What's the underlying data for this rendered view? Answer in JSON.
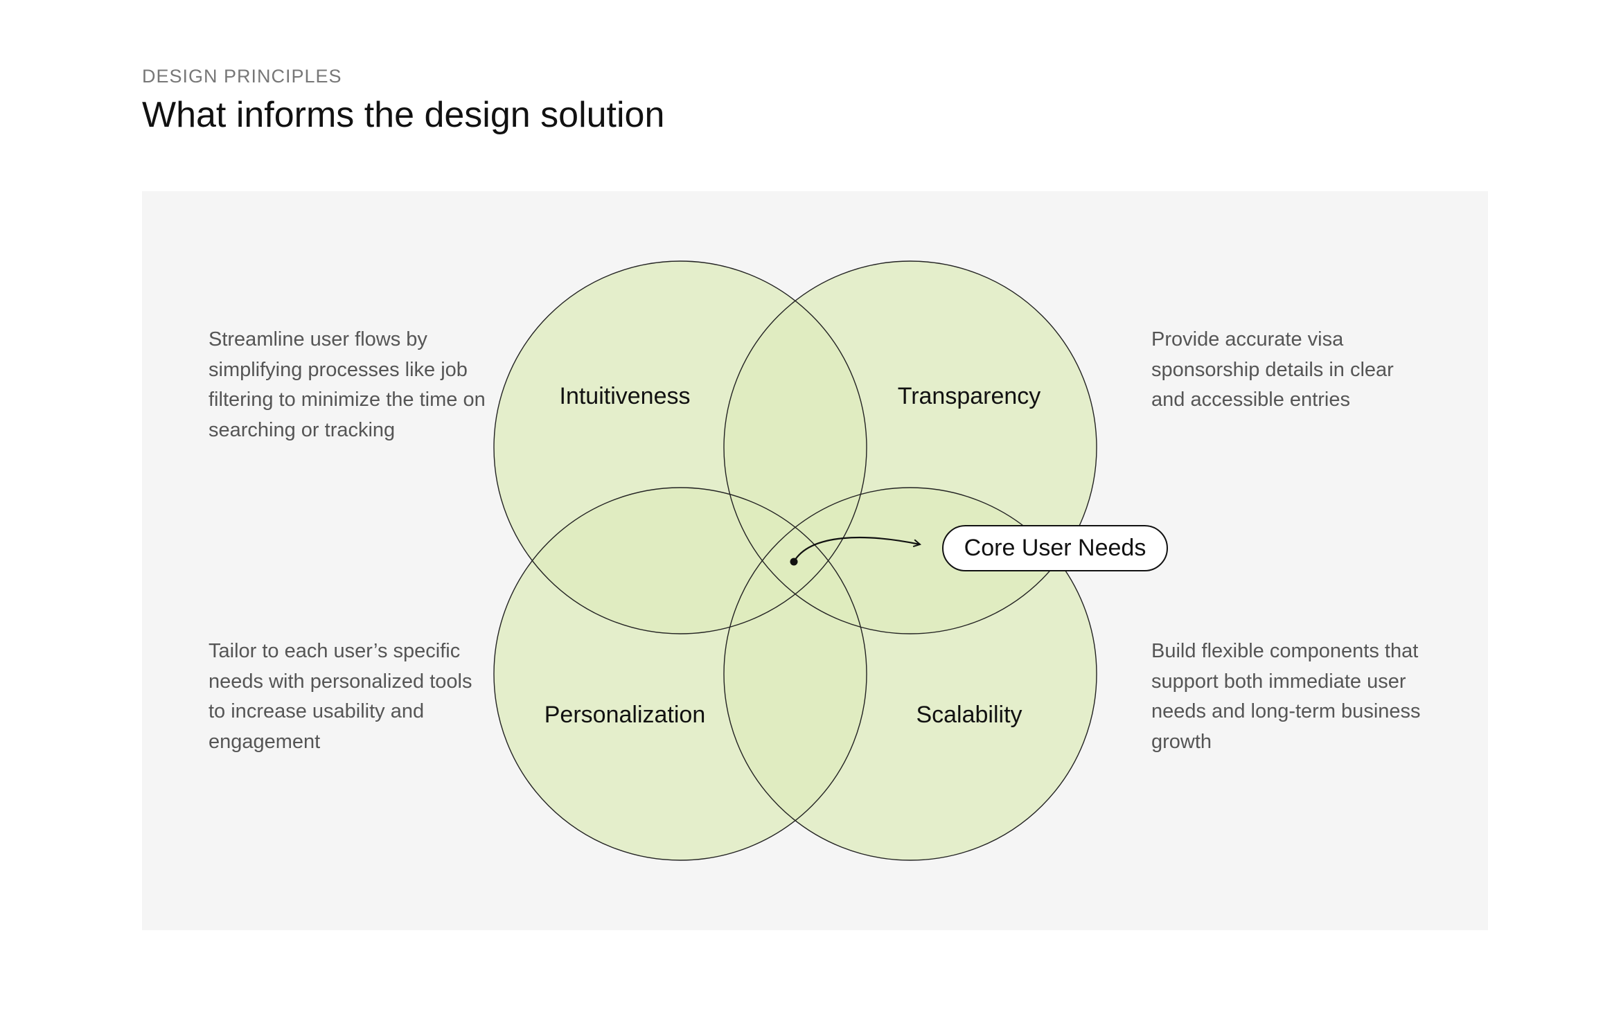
{
  "header": {
    "eyebrow": "DESIGN PRINCIPLES",
    "title": "What informs the design solution"
  },
  "diagram": {
    "circles": [
      {
        "label": "Intuitiveness",
        "description": "Streamline user flows by simplifying processes like job filtering to minimize the time on searching or tracking"
      },
      {
        "label": "Transparency",
        "description": "Provide accurate visa sponsorship details in clear and accessible entries"
      },
      {
        "label": "Personalization",
        "description": "Tailor to each user’s specific needs with personalized tools to increase usability and engagement"
      },
      {
        "label": "Scalability",
        "description": "Build flexible components that support both immediate user needs and long-term business growth"
      }
    ],
    "center_label": "Core User Needs",
    "colors": {
      "panel_bg": "#f5f5f5",
      "circle_fill": "#eef7d3",
      "overlap_tint": "#e4f6b2",
      "stroke": "#222222"
    }
  }
}
